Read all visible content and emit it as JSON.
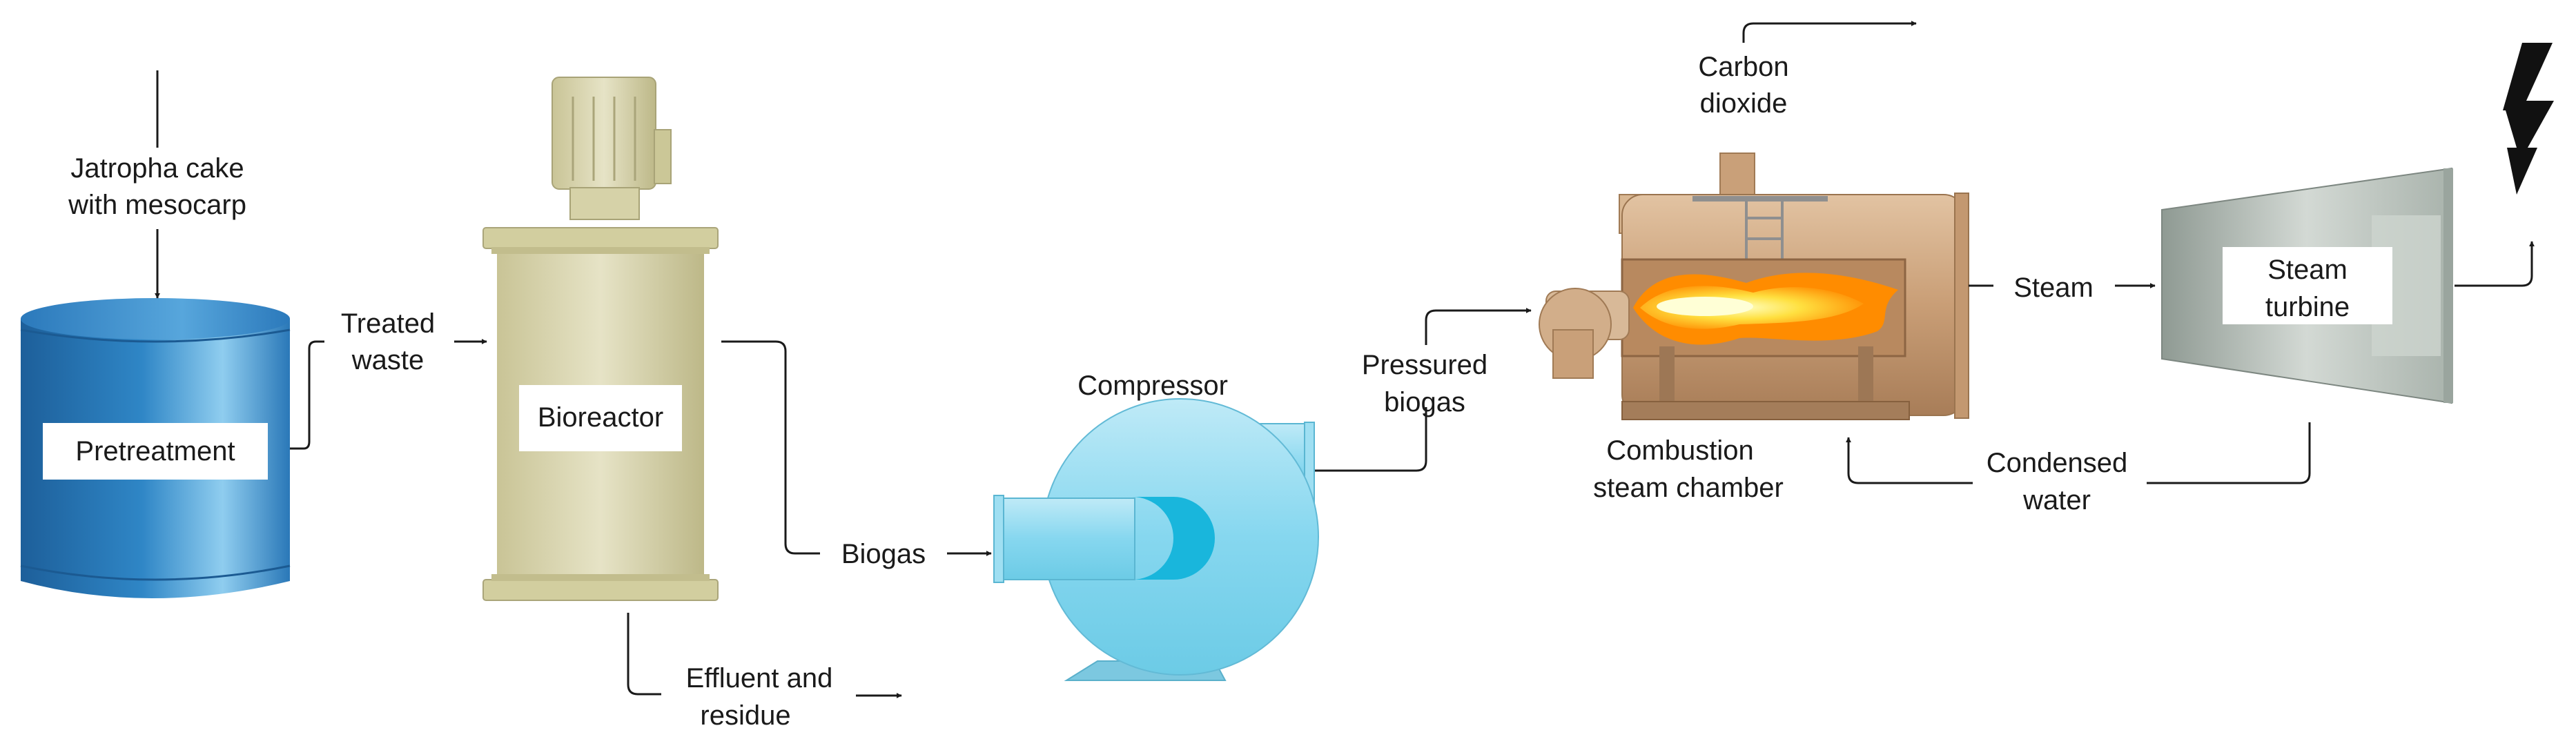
{
  "diagram": {
    "labels": {
      "feed_line1": "Jatropha cake",
      "feed_line2": "with mesocarp",
      "pretreatment": "Pretreatment",
      "treated_line1": "Treated",
      "treated_line2": "waste",
      "bioreactor": "Bioreactor",
      "effluent_line1": "Effluent and",
      "effluent_line2": "residue",
      "biogas": "Biogas",
      "compressor": "Compressor",
      "pressured_line1": "Pressured",
      "pressured_line2": "biogas",
      "co2_line1": "Carbon",
      "co2_line2": "dioxide",
      "combustion_line1": "Combustion",
      "combustion_line2": "steam chamber",
      "steam": "Steam",
      "condensed_line1": "Condensed",
      "condensed_line2": "water",
      "turbine_line1": "Steam",
      "turbine_line2": "turbine"
    },
    "colors": {
      "tank_blue": "#2f86c6",
      "reactor_beige": "#d9d5ae",
      "compressor_cyan": "#7fd6ef",
      "boiler_tan": "#c9a079",
      "flame": "#ffb300",
      "turbine_gray": "#b9c2bb",
      "line": "#1a1a1a"
    },
    "icons": [
      "lightning-bolt-icon"
    ]
  }
}
